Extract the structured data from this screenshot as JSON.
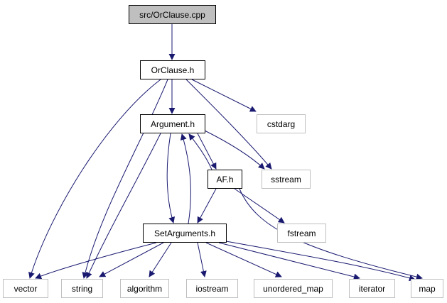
{
  "diagram": {
    "edge_color": "#191970",
    "nodes": {
      "root": {
        "label": "src/OrClause.cpp",
        "fill": "#bfbfbf"
      },
      "orclause": {
        "label": "OrClause.h"
      },
      "argument": {
        "label": "Argument.h"
      },
      "cstdarg": {
        "label": "cstdarg"
      },
      "af": {
        "label": "AF.h"
      },
      "sstream": {
        "label": "sstream"
      },
      "fstream": {
        "label": "fstream"
      },
      "setargs": {
        "label": "SetArguments.h"
      },
      "vector": {
        "label": "vector"
      },
      "string": {
        "label": "string"
      },
      "algorithm": {
        "label": "algorithm"
      },
      "iostream": {
        "label": "iostream"
      },
      "unordered_map": {
        "label": "unordered_map"
      },
      "iterator": {
        "label": "iterator"
      },
      "map": {
        "label": "map"
      }
    },
    "edges": [
      [
        "root",
        "orclause"
      ],
      [
        "orclause",
        "argument"
      ],
      [
        "orclause",
        "cstdarg"
      ],
      [
        "orclause",
        "sstream"
      ],
      [
        "orclause",
        "vector"
      ],
      [
        "orclause",
        "string"
      ],
      [
        "argument",
        "af"
      ],
      [
        "argument",
        "sstream"
      ],
      [
        "argument",
        "setargs"
      ],
      [
        "argument",
        "string"
      ],
      [
        "af",
        "argument"
      ],
      [
        "af",
        "setargs"
      ],
      [
        "af",
        "fstream"
      ],
      [
        "af",
        "map"
      ],
      [
        "setargs",
        "argument"
      ],
      [
        "setargs",
        "vector"
      ],
      [
        "setargs",
        "string"
      ],
      [
        "setargs",
        "algorithm"
      ],
      [
        "setargs",
        "iostream"
      ],
      [
        "setargs",
        "unordered_map"
      ],
      [
        "setargs",
        "iterator"
      ],
      [
        "setargs",
        "map"
      ]
    ]
  }
}
